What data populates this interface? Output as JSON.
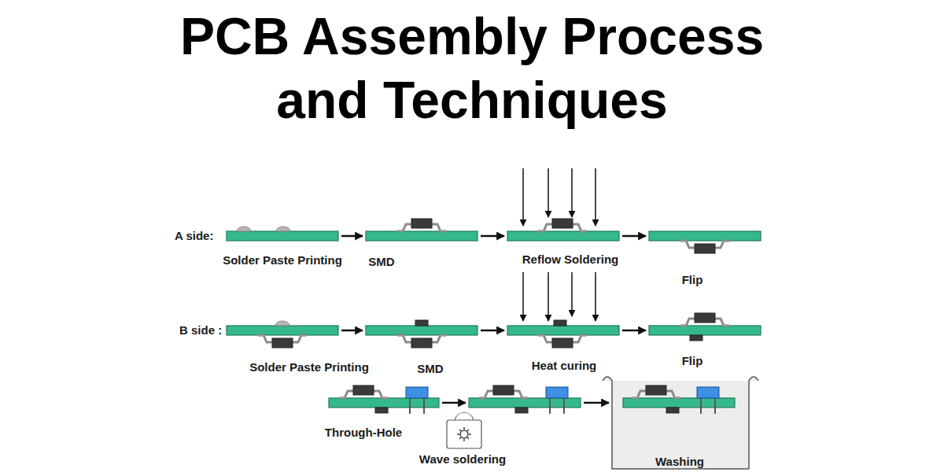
{
  "diagram": {
    "title": "PCB Assembly Process and Techniques",
    "nodes": [
      {
        "text": [
          "Solder Paste Printing"
        ]
      },
      {
        "text": [
          "SMD"
        ]
      },
      {
        "text": [
          "Reflow Soldering"
        ]
      },
      {
        "text": [
          "Flip"
        ]
      },
      {
        "text": [
          "Solder Paste Printing"
        ]
      },
      {
        "text": [
          "SMD"
        ]
      },
      {
        "text": [
          "Heat curing"
        ]
      },
      {
        "text": [
          "Flip"
        ]
      },
      {
        "text": [
          "Through-Hole"
        ]
      },
      {
        "text": [
          "Wave soldering"
        ]
      },
      {
        "text": [
          "Washing"
        ]
      }
    ],
    "edges": [
      {
        "from": 0,
        "to": 1,
        "arrow": "to"
      },
      {
        "from": 1,
        "to": 2,
        "arrow": "to"
      },
      {
        "from": 2,
        "to": 3,
        "arrow": "to"
      },
      {
        "from": 4,
        "to": 5,
        "arrow": "to"
      },
      {
        "from": 5,
        "to": 6,
        "arrow": "to"
      },
      {
        "from": 6,
        "to": 7,
        "arrow": "to"
      },
      {
        "from": 8,
        "to": 9,
        "arrow": "to"
      },
      {
        "from": 9,
        "to": 10,
        "arrow": "to"
      }
    ],
    "labels": [
      "A side:",
      "B side :"
    ]
  }
}
